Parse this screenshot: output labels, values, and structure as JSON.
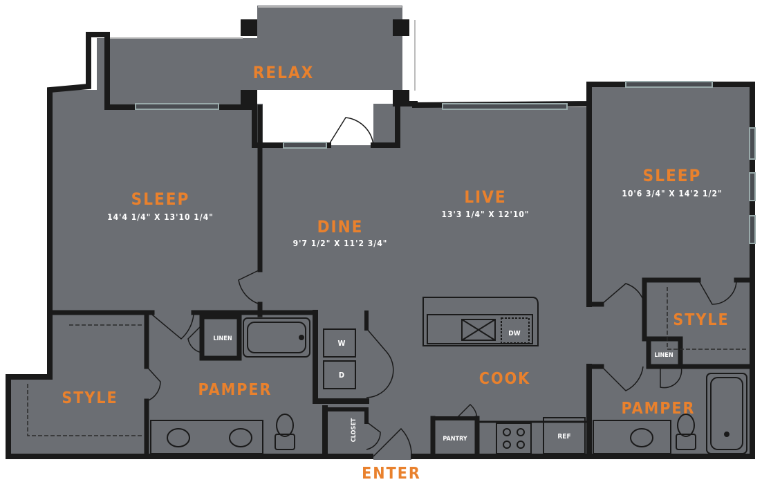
{
  "colors": {
    "floor": "#6b6e73",
    "wall": "#1a1a1a",
    "label": "#e9812d",
    "text": "#ffffff"
  },
  "rooms": {
    "relax": {
      "name": "RELAX"
    },
    "sleep_left": {
      "name": "SLEEP",
      "dims": "14'4 1/4\" X 13'10 1/4\""
    },
    "dine": {
      "name": "DINE",
      "dims": "9'7 1/2\" X 11'2 3/4\""
    },
    "live": {
      "name": "LIVE",
      "dims": "13'3 1/4\" X 12'10\""
    },
    "sleep_right": {
      "name": "SLEEP",
      "dims": "10'6 3/4\" X 14'2 1/2\""
    },
    "style_left": {
      "name": "STYLE"
    },
    "pamper_left": {
      "name": "PAMPER"
    },
    "cook": {
      "name": "COOK"
    },
    "style_right": {
      "name": "STYLE"
    },
    "pamper_right": {
      "name": "PAMPER"
    }
  },
  "fixtures": {
    "linen_left": "LINEN",
    "washer": "W",
    "dryer": "D",
    "dishwasher": "DW",
    "linen_right": "LINEN",
    "closet": "CLOSET",
    "pantry": "PANTRY",
    "fridge": "REF"
  },
  "entrance": "ENTER"
}
